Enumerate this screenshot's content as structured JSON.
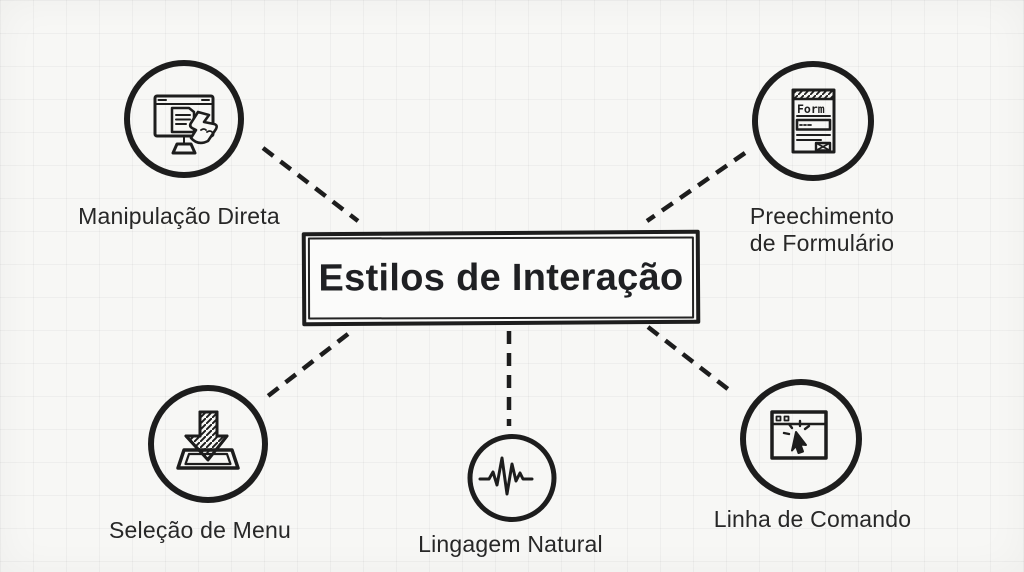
{
  "diagram": {
    "type": "concept-map",
    "style": "hand-drawn-sketch-on-graph-paper",
    "center": {
      "title": "Estilos de Interação"
    },
    "nodes": [
      {
        "id": "manipulacao-direta",
        "label": "Manipulação Direta",
        "icon": "monitor-hand-icon",
        "position": "top-left"
      },
      {
        "id": "preenchimento-de-formulario",
        "label_line1": "Preechimento",
        "label_line2": "de Formulário",
        "icon": "form-icon",
        "icon_text": "Form",
        "position": "top-right"
      },
      {
        "id": "selecao-de-menu",
        "label": "Seleção de Menu",
        "icon": "download-arrow-icon",
        "position": "bottom-left"
      },
      {
        "id": "lingagem-natural",
        "label": "Lingagem Natural",
        "icon": "waveform-icon",
        "position": "bottom-center"
      },
      {
        "id": "linha-de-comando",
        "label": "Linha de Comando",
        "icon": "window-cursor-icon",
        "position": "bottom-right"
      }
    ],
    "connections": [
      {
        "from": "center",
        "to": "manipulacao-direta",
        "style": "dashed"
      },
      {
        "from": "center",
        "to": "preenchimento-de-formulario",
        "style": "dashed"
      },
      {
        "from": "center",
        "to": "selecao-de-menu",
        "style": "dashed"
      },
      {
        "from": "center",
        "to": "lingagem-natural",
        "style": "dashed"
      },
      {
        "from": "center",
        "to": "linha-de-comando",
        "style": "dashed"
      }
    ],
    "colors": {
      "ink": "#1d1d1d",
      "paper": "#f7f7f5",
      "grid": "#ebebe9"
    }
  }
}
